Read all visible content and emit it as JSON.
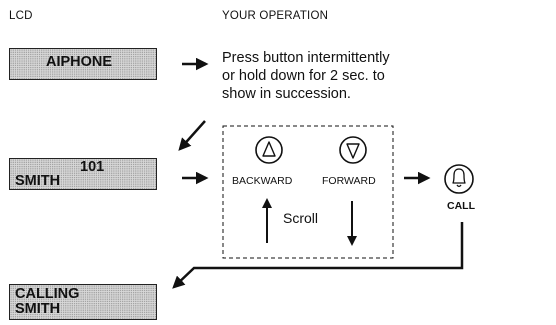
{
  "headers": {
    "lcd": "LCD",
    "operation": "YOUR OPERATION"
  },
  "lcd_screens": [
    {
      "line1": "AIPHONE",
      "line2": ""
    },
    {
      "line1": "101",
      "line2": "SMITH"
    },
    {
      "line1": "CALLING",
      "line2": "SMITH"
    }
  ],
  "instructions": {
    "line1": "Press button intermittently",
    "line2": "or hold down for 2 sec. to",
    "line3": "show in succession."
  },
  "buttons": {
    "backward": {
      "label": "BACKWARD",
      "icon": "triangle-up-icon"
    },
    "forward": {
      "label": "FORWARD",
      "icon": "triangle-down-icon"
    },
    "call": {
      "label": "CALL",
      "icon": "bell-icon"
    }
  },
  "scroll_label": "Scroll",
  "colors": {
    "lcd_background": "#d8d8d8",
    "ink": "#111111"
  }
}
